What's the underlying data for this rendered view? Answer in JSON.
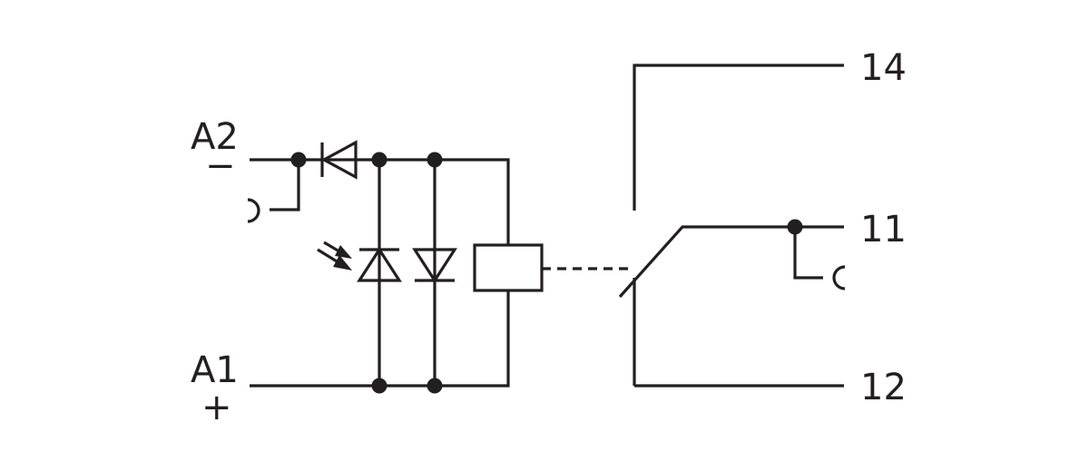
{
  "terminals": {
    "a2": "A2",
    "a2_polarity": "−",
    "a1": "A1",
    "a1_polarity": "+",
    "t14": "14",
    "t11": "11",
    "t12": "12"
  },
  "colors": {
    "line": "#231f20",
    "background": "#ffffff"
  }
}
